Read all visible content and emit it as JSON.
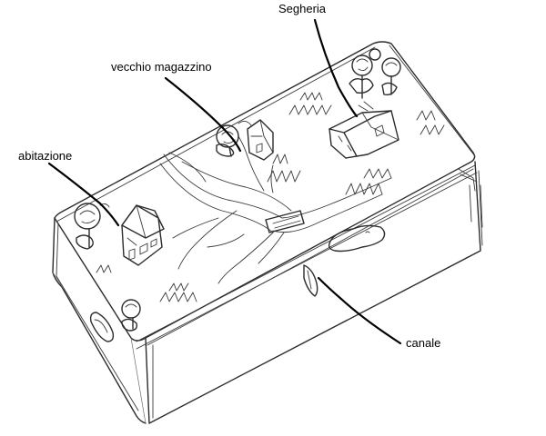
{
  "labels": {
    "segheria": "Segheria",
    "vecchio_magazzino": "vecchio magazzino",
    "abitazione": "abitazione",
    "canale": "canale"
  },
  "colors": {
    "ink": "#2b2b2b",
    "paper": "#ffffff",
    "leader": "#000000"
  }
}
